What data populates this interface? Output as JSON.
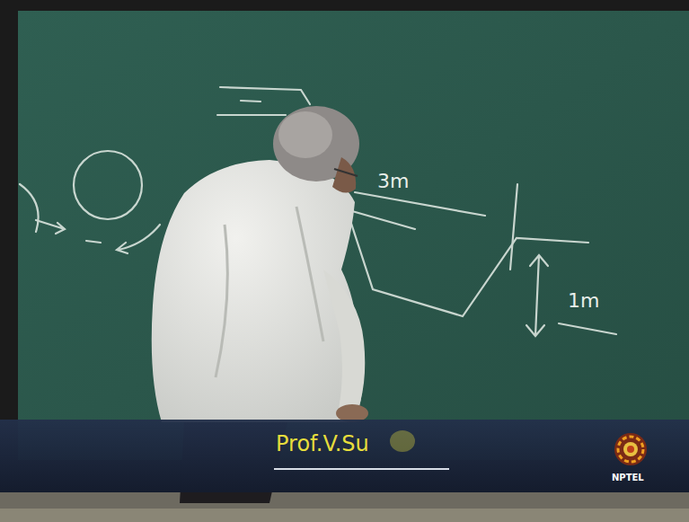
{
  "diagram": {
    "labels": [
      "3m",
      "1m",
      "Prof.V.Su",
      "NPTEL"
    ]
  }
}
